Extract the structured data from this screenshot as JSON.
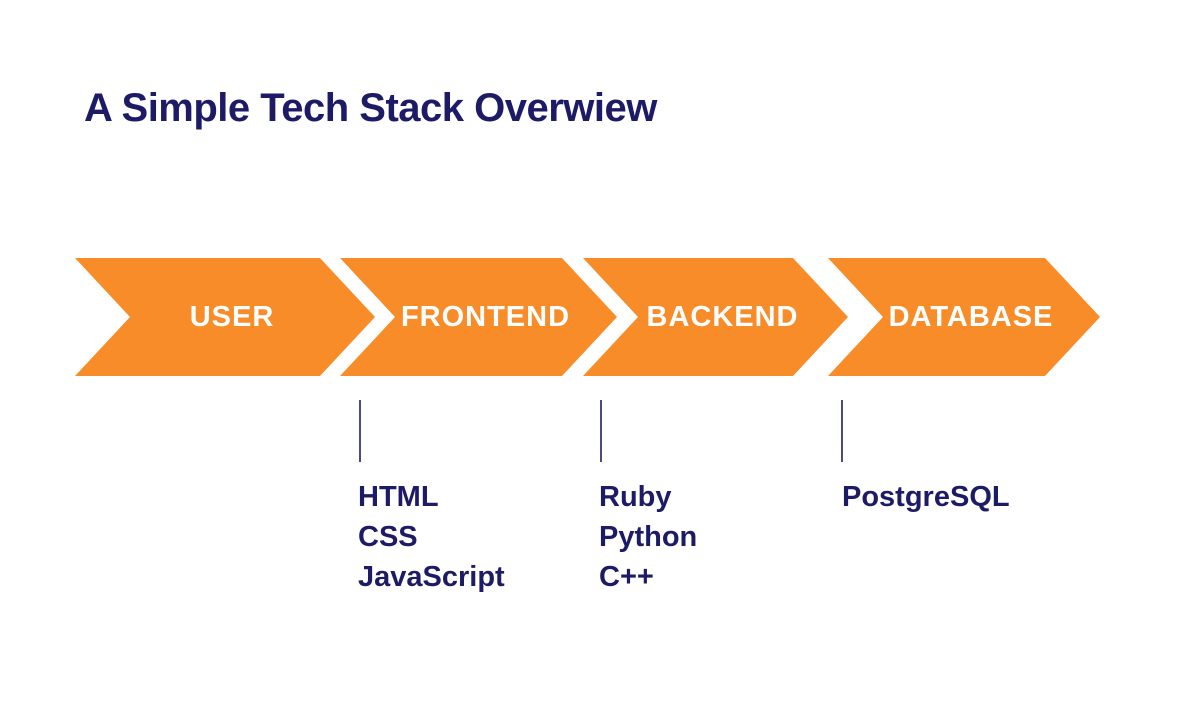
{
  "title": "A Simple Tech Stack Overwiew",
  "colors": {
    "background": "#FFFFFF",
    "arrow_fill": "#F78C28",
    "arrow_label": "#FFFFFF",
    "heading_text": "#1D1A66",
    "tech_text": "#1D1A66",
    "connector_line": "#4D4A82"
  },
  "arrows": [
    {
      "label": "USER"
    },
    {
      "label": "FRONTEND"
    },
    {
      "label": "BACKEND"
    },
    {
      "label": "DATABASE"
    }
  ],
  "tech_lists": {
    "frontend": [
      "HTML",
      "CSS",
      "JavaScript"
    ],
    "backend": [
      "Ruby",
      "Python",
      "C++"
    ],
    "database": [
      "PostgreSQL"
    ]
  }
}
